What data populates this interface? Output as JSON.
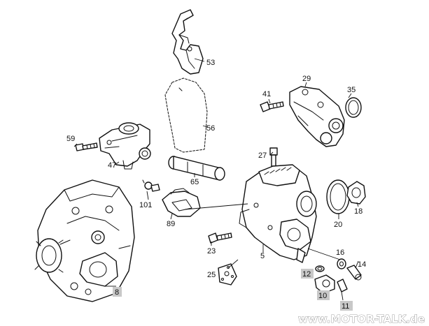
{
  "diagram": {
    "callouts": {
      "p53": "53",
      "p29": "29",
      "p35": "35",
      "p41": "41",
      "p56": "56",
      "p59": "59",
      "p47": "47",
      "p27": "27",
      "p65": "65",
      "p101": "101",
      "p89": "89",
      "p18": "18",
      "p20": "20",
      "p23": "23",
      "p5": "5",
      "p16": "16",
      "p14": "14",
      "p12": "12",
      "p25": "25",
      "p10": "10",
      "p11": "11",
      "p8": "8"
    },
    "highlight_color": "#c8c8c8",
    "line_color": "#111111"
  },
  "watermark": {
    "text": "www.MOTOR-TALK.de"
  }
}
